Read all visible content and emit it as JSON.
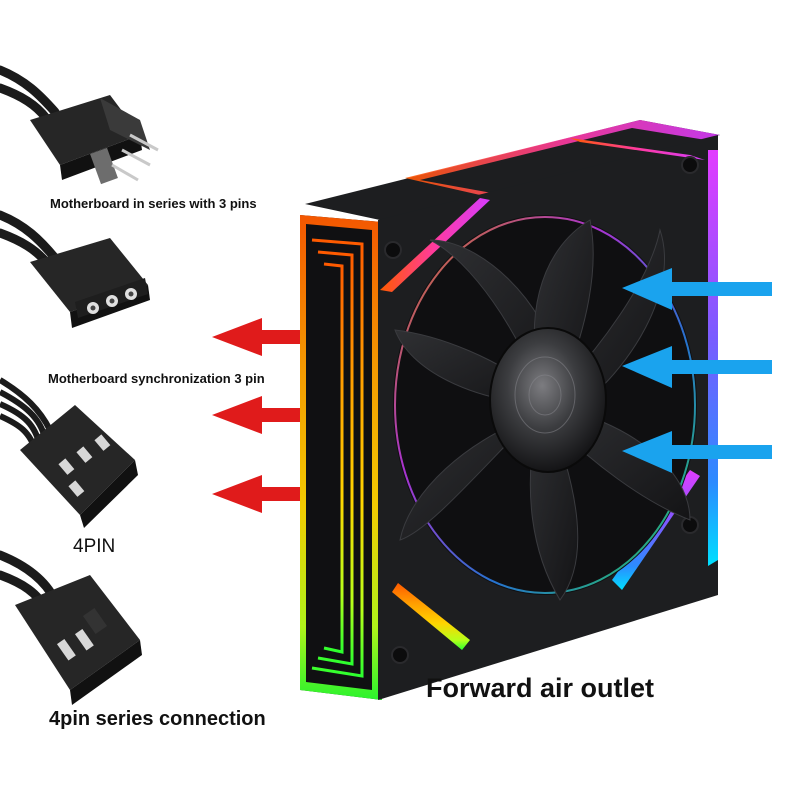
{
  "connectors": [
    {
      "label": "Motherboard in series with 3 pins",
      "icon": "argb-3pin-series-connector-icon"
    },
    {
      "label": "Motherboard synchronization 3 pin",
      "icon": "argb-3pin-sync-connector-icon"
    },
    {
      "label": "4PIN",
      "icon": "4pin-fan-connector-icon"
    },
    {
      "label": "4pin series connection",
      "icon": "4pin-series-connector-icon"
    }
  ],
  "product": {
    "caption": "Forward air outlet",
    "icon": "rgb-case-fan-icon"
  },
  "airflow": {
    "intake_arrow_color": "#1aa3ee",
    "outlet_arrow_color": "#e01b1b",
    "intake_arrows": 3,
    "outlet_arrows": 3
  },
  "colors": {
    "fan_body": "#1d1e20",
    "rgb": [
      "#ff4d00",
      "#ff9a00",
      "#f5e600",
      "#3cff2a",
      "#00e0ff",
      "#3a6bff",
      "#d23cff",
      "#ff2fd0"
    ]
  }
}
